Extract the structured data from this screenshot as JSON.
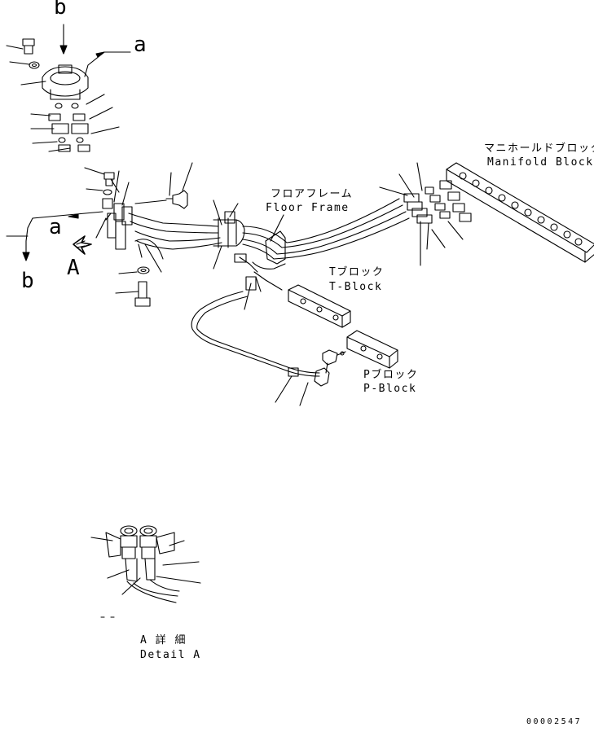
{
  "labels": {
    "b_top": "b",
    "a_top": "a",
    "a_left": "a",
    "b_left": "b",
    "detail_arrow": "A",
    "floor_frame_jp": "フロアフレーム",
    "floor_frame_en": "Floor Frame",
    "manifold_jp": "マニホールドブロック",
    "manifold_en": "Manifold Block",
    "tblock_jp": "Tブロック",
    "tblock_en": "T-Block",
    "pblock_jp": "Pブロック",
    "pblock_en": "P-Block",
    "detail_jp": "A 詳 細",
    "detail_en": "Detail A",
    "drawing_number": "00002547"
  }
}
